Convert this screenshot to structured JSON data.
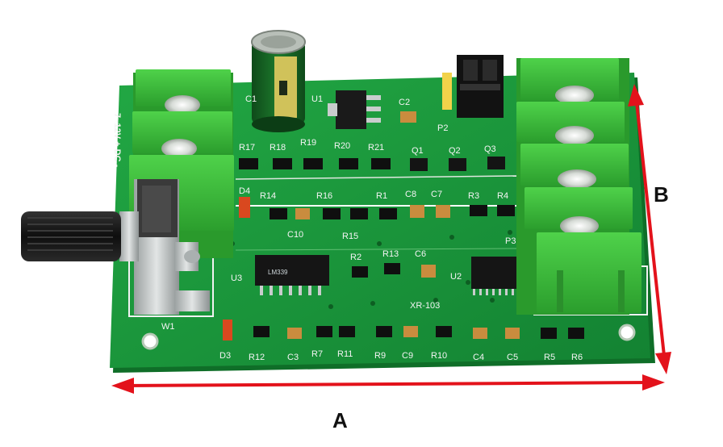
{
  "board": {
    "model_label": "XR-103",
    "power_label": "7~12V + DC -",
    "chip_lm339": "LM339",
    "chip_u2": "",
    "designators": {
      "c1": "C1",
      "u1": "U1",
      "c2": "C2",
      "p2": "P2",
      "r17": "R17",
      "r18": "R18",
      "r19": "R19",
      "r20": "R20",
      "r21": "R21",
      "q1": "Q1",
      "q2": "Q2",
      "q3": "Q3",
      "d4": "D4",
      "r14": "R14",
      "r16": "R16",
      "r1": "R1",
      "c8": "C8",
      "c7": "C7",
      "r3": "R3",
      "r4": "R4",
      "c10": "C10",
      "r15": "R15",
      "p3": "P3",
      "u3": "U3",
      "r2": "R2",
      "r13": "R13",
      "c6": "C6",
      "u2": "U2",
      "w1": "W1",
      "d3": "D3",
      "r12": "R12",
      "c3": "C3",
      "r7": "R7",
      "r11": "R11",
      "r9": "R9",
      "c9": "C9",
      "r10": "R10",
      "c4": "C4",
      "c5": "C5",
      "r5": "R5",
      "r6": "R6"
    }
  },
  "dimensions": {
    "a_label": "A",
    "b_label": "B",
    "arrow_color": "#e3121b"
  },
  "colors": {
    "pcb": "#1b9a3c",
    "pcb_dark": "#147a2f",
    "terminal": "#3bbf3a",
    "terminal_dark": "#2a9a2c"
  }
}
